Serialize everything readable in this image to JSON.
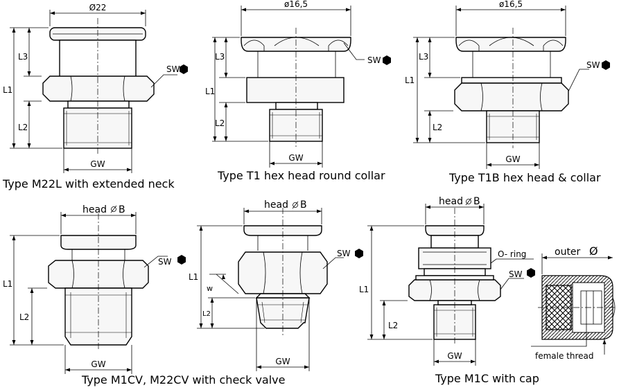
{
  "diagrams": [
    {
      "caption": "Type M22L with extended neck",
      "dims": {
        "diameter": "Ø22",
        "l1": "L1",
        "l2": "L2",
        "l3": "L3",
        "sw": "SW",
        "gw": "GW"
      }
    },
    {
      "caption": "Type T1 hex head round collar",
      "dims": {
        "diameter": "ø16,5",
        "l1": "L1",
        "l2": "L2",
        "l3": "L3",
        "sw": "SW",
        "gw": "GW"
      }
    },
    {
      "caption": "Type T1B hex head & collar",
      "dims": {
        "diameter": "ø16,5",
        "l1": "L1",
        "l2": "L2",
        "l3": "L3",
        "sw": "SW",
        "gw": "GW"
      }
    },
    {
      "caption": "Type M1CV, M22CV with check valve",
      "dims": {
        "head": "head",
        "b": "B",
        "l1": "L1",
        "l2": "L2",
        "sw": "SW",
        "gw": "GW"
      }
    },
    {
      "caption": "",
      "dims": {
        "head": "head",
        "b": "B",
        "l1": "L1",
        "l2": "L2",
        "w": "w",
        "sw": "SW",
        "gw": "GW"
      }
    },
    {
      "caption": "Type M1C with cap",
      "dims": {
        "head": "head",
        "b": "B",
        "l1": "L1",
        "l2": "L2",
        "oring": "O- ring",
        "sw": "SW",
        "gw": "GW"
      }
    },
    {
      "caption": "",
      "dims": {
        "outer": "outer",
        "diameter_symbol": "Ø",
        "female_thread": "female thread"
      }
    }
  ]
}
